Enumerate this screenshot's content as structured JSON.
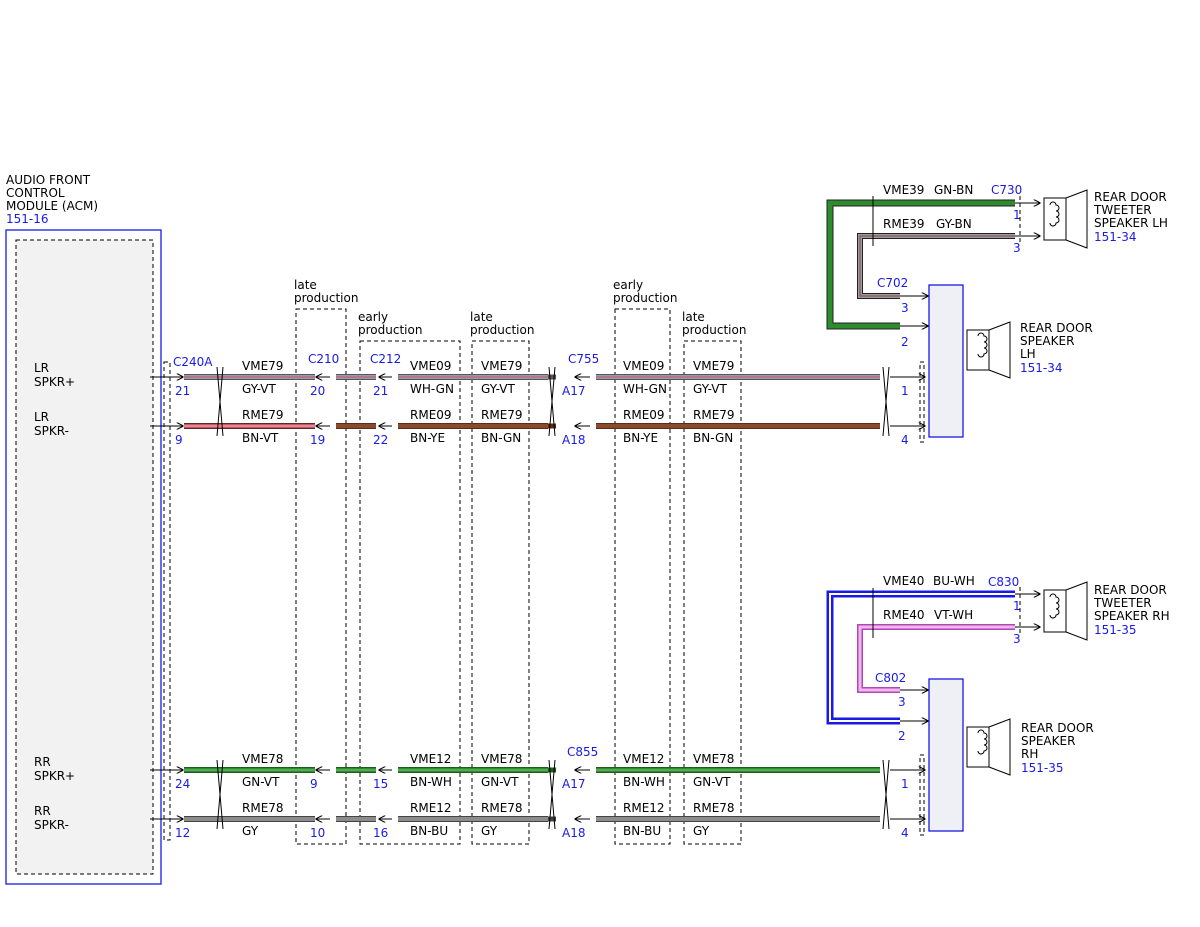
{
  "colors": {
    "gy_vt": "#9a9aa8",
    "bn_vt": "#c8546e",
    "bn": "#8b4a2c",
    "gn": "#2e8b2e",
    "gy": "#8c8c8c",
    "bu": "#1a1ae6",
    "vt": "#e68ce6",
    "blue_text": "#1a1ae6"
  },
  "acm": {
    "title_lines": [
      "AUDIO FRONT",
      "CONTROL",
      "MODULE (ACM)"
    ],
    "ref": "151-16",
    "pins": [
      {
        "l1": "LR",
        "l2": "SPKR+"
      },
      {
        "l1": "LR",
        "l2": "SPKR-"
      },
      {
        "l1": "RR",
        "l2": "SPKR+"
      },
      {
        "l1": "RR",
        "l2": "SPKR-"
      }
    ]
  },
  "production_labels": {
    "late1": [
      "late",
      "production"
    ],
    "early1": [
      "early",
      "production"
    ],
    "late2": [
      "late",
      "production"
    ],
    "early2": [
      "early",
      "production"
    ],
    "late3": [
      "late",
      "production"
    ]
  },
  "connectors": {
    "c240a": "C240A",
    "c210": "C210",
    "c212": "C212",
    "c755": "C755",
    "c855": "C855",
    "c702": "C702",
    "c802": "C802",
    "c730": "C730",
    "c830": "C830"
  },
  "circuits": {
    "lr_pos": {
      "pins": [
        "21",
        "20",
        "21",
        "A17",
        "1"
      ],
      "seg1": {
        "circuit": "VME79",
        "color": "GY-VT"
      },
      "seg2": {
        "circuit": "VME09",
        "color": "WH-GN"
      },
      "seg3": {
        "circuit": "VME79",
        "color": "GY-VT"
      },
      "seg4": {
        "circuit": "VME09",
        "color": "WH-GN"
      },
      "seg5": {
        "circuit": "VME79",
        "color": "GY-VT"
      }
    },
    "lr_neg": {
      "pins": [
        "9",
        "19",
        "22",
        "A18",
        "4"
      ],
      "seg1": {
        "circuit": "RME79",
        "color": "BN-VT"
      },
      "seg2": {
        "circuit": "RME09",
        "color": "BN-YE"
      },
      "seg3": {
        "circuit": "RME79",
        "color": "BN-GN"
      },
      "seg4": {
        "circuit": "RME09",
        "color": "BN-YE"
      },
      "seg5": {
        "circuit": "RME79",
        "color": "BN-GN"
      }
    },
    "rr_pos": {
      "pins": [
        "24",
        "9",
        "15",
        "A17",
        "1"
      ],
      "seg1": {
        "circuit": "VME78",
        "color": "GN-VT"
      },
      "seg2": {
        "circuit": "VME12",
        "color": "BN-WH"
      },
      "seg3": {
        "circuit": "VME78",
        "color": "GN-VT"
      },
      "seg4": {
        "circuit": "VME12",
        "color": "BN-WH"
      },
      "seg5": {
        "circuit": "VME78",
        "color": "GN-VT"
      }
    },
    "rr_neg": {
      "pins": [
        "12",
        "10",
        "16",
        "A18",
        "4"
      ],
      "seg1": {
        "circuit": "RME78",
        "color": "GY"
      },
      "seg2": {
        "circuit": "RME12",
        "color": "BN-BU"
      },
      "seg3": {
        "circuit": "RME78",
        "color": "GY"
      },
      "seg4": {
        "circuit": "RME12",
        "color": "BN-BU"
      },
      "seg5": {
        "circuit": "RME78",
        "color": "GY"
      }
    }
  },
  "tweeter_lh": {
    "top": {
      "circuit": "VME39",
      "color": "GN-BN"
    },
    "bot": {
      "circuit": "RME39",
      "color": "GY-BN"
    },
    "pins": [
      "1",
      "3"
    ],
    "c702_pins": [
      "3",
      "2"
    ],
    "name_lines": [
      "REAR DOOR",
      "TWEETER",
      "SPEAKER LH"
    ],
    "ref": "151-34"
  },
  "tweeter_rh": {
    "top": {
      "circuit": "VME40",
      "color": "BU-WH"
    },
    "bot": {
      "circuit": "RME40",
      "color": "VT-WH"
    },
    "pins": [
      "1",
      "3"
    ],
    "c802_pins": [
      "3",
      "2"
    ],
    "name_lines": [
      "REAR DOOR",
      "TWEETER",
      "SPEAKER RH"
    ],
    "ref": "151-35"
  },
  "speaker_lh": {
    "name_lines": [
      "REAR DOOR",
      "SPEAKER",
      "LH"
    ],
    "ref": "151-34"
  },
  "speaker_rh": {
    "name_lines": [
      "REAR DOOR",
      "SPEAKER",
      "RH"
    ],
    "ref": "151-35"
  }
}
